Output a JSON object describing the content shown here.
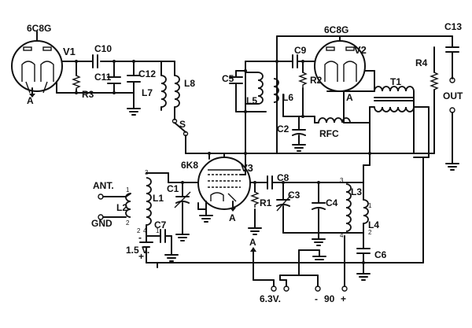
{
  "tubes": {
    "v1": {
      "type": "6C8G",
      "ref": "V1"
    },
    "v2": {
      "type": "6C8G",
      "ref": "V2"
    },
    "v3": {
      "type": "6K8",
      "ref": "V3"
    }
  },
  "components": {
    "c1": "C1",
    "c2": "C2",
    "c3": "C3",
    "c4": "C4",
    "c6": "C6",
    "c7": "C7",
    "c8": "C8",
    "c9": "C9",
    "c10": "C10",
    "c11": "C11",
    "c12": "C12",
    "c13": "C13",
    "c5": "C5",
    "r1": "R1",
    "r2": "R2",
    "r3": "R3",
    "r4": "R4",
    "l1": "L1",
    "l2": "L2",
    "l3": "L3",
    "l4": "L4",
    "l5": "L5",
    "l6": "L6",
    "l7": "L7",
    "l8": "L8",
    "t1": "T1",
    "rfc": "RFC",
    "switch": "S"
  },
  "terminals": {
    "ant": "ANT.",
    "gnd": "GND",
    "out": "OUT",
    "heater": "6.3V.",
    "bias": "1.5 V.",
    "b_minus": "-",
    "b_value": "90",
    "b_plus": "+",
    "a_label": "A"
  },
  "pins": {
    "p1": "1",
    "p2": "2",
    "p3": "3",
    "p4": "4"
  },
  "polarity": {
    "plus": "+",
    "minus": "-"
  }
}
